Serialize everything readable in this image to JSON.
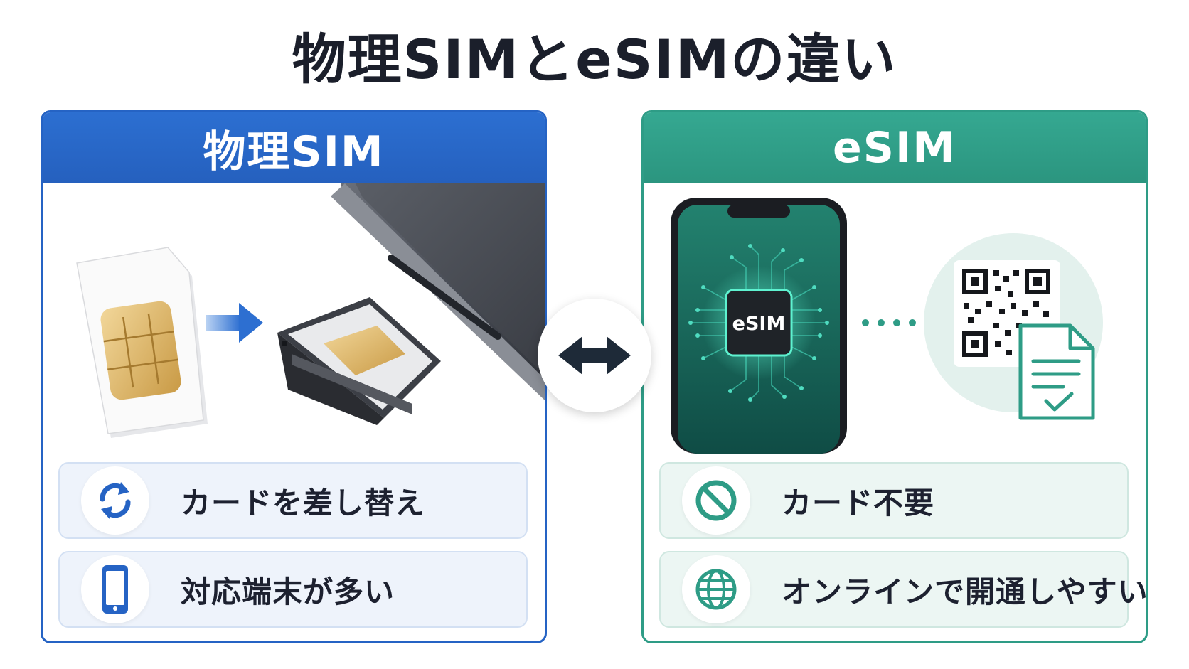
{
  "title": "物理SIMとeSIMの違い",
  "physical": {
    "header": "物理SIM",
    "features": [
      {
        "icon": "refresh-icon",
        "label": "カードを差し替え"
      },
      {
        "icon": "smartphone-icon",
        "label": "対応端末が多い"
      }
    ]
  },
  "esim": {
    "header": "eSIM",
    "chip_label": "eSIM",
    "features": [
      {
        "icon": "prohibited-icon",
        "label": "カード不要"
      },
      {
        "icon": "globe-icon",
        "label": "オンラインで開通しやすい"
      }
    ]
  },
  "colors": {
    "physical_accent": "#2563c4",
    "esim_accent": "#2e9c86",
    "title_text": "#1b1f2b"
  },
  "center_icon": "double-arrow-icon"
}
